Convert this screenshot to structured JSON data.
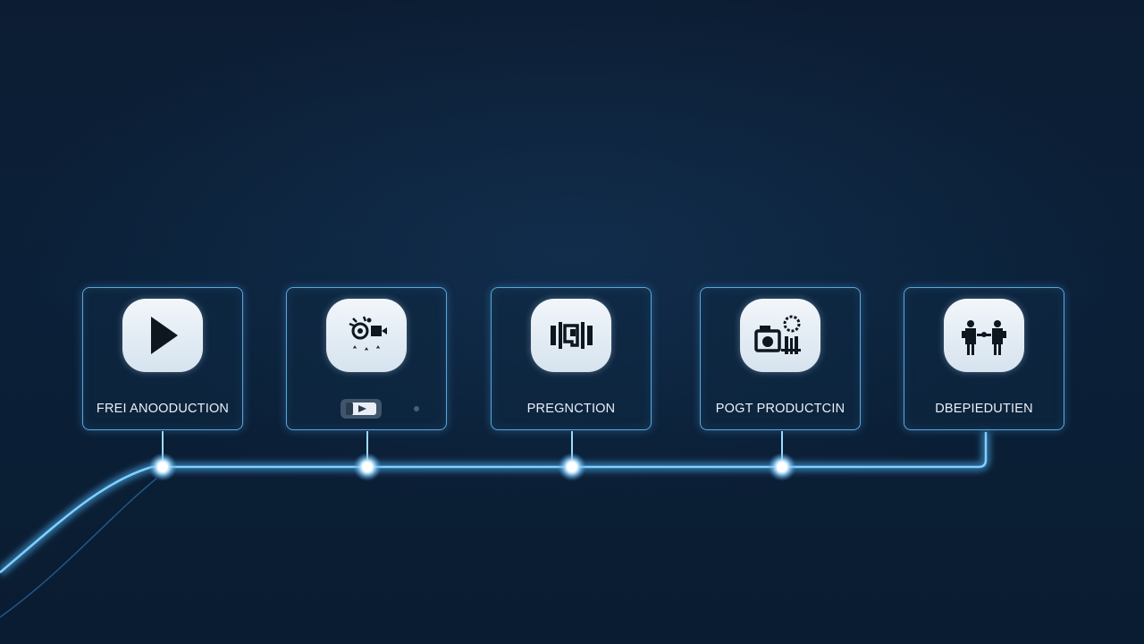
{
  "stages": [
    {
      "label": "FREI ANOODUCTION",
      "icon": "play-icon"
    },
    {
      "label": "",
      "icon": "production-tools-icon",
      "badge_icon": "play-badge-icon"
    },
    {
      "label": "PREGNCTION",
      "icon": "film-strip-icon"
    },
    {
      "label": "POGT PRODUCTCIN",
      "icon": "camera-gear-icon"
    },
    {
      "label": "DBEPIEDUTIEN",
      "icon": "people-icon"
    }
  ],
  "colors": {
    "background": "#0b1a2e",
    "card_border": "#5aa7dc",
    "glow": "#4fb8ff",
    "icon_tile": "#eaf1f7",
    "icon_ink": "#0e1620"
  }
}
